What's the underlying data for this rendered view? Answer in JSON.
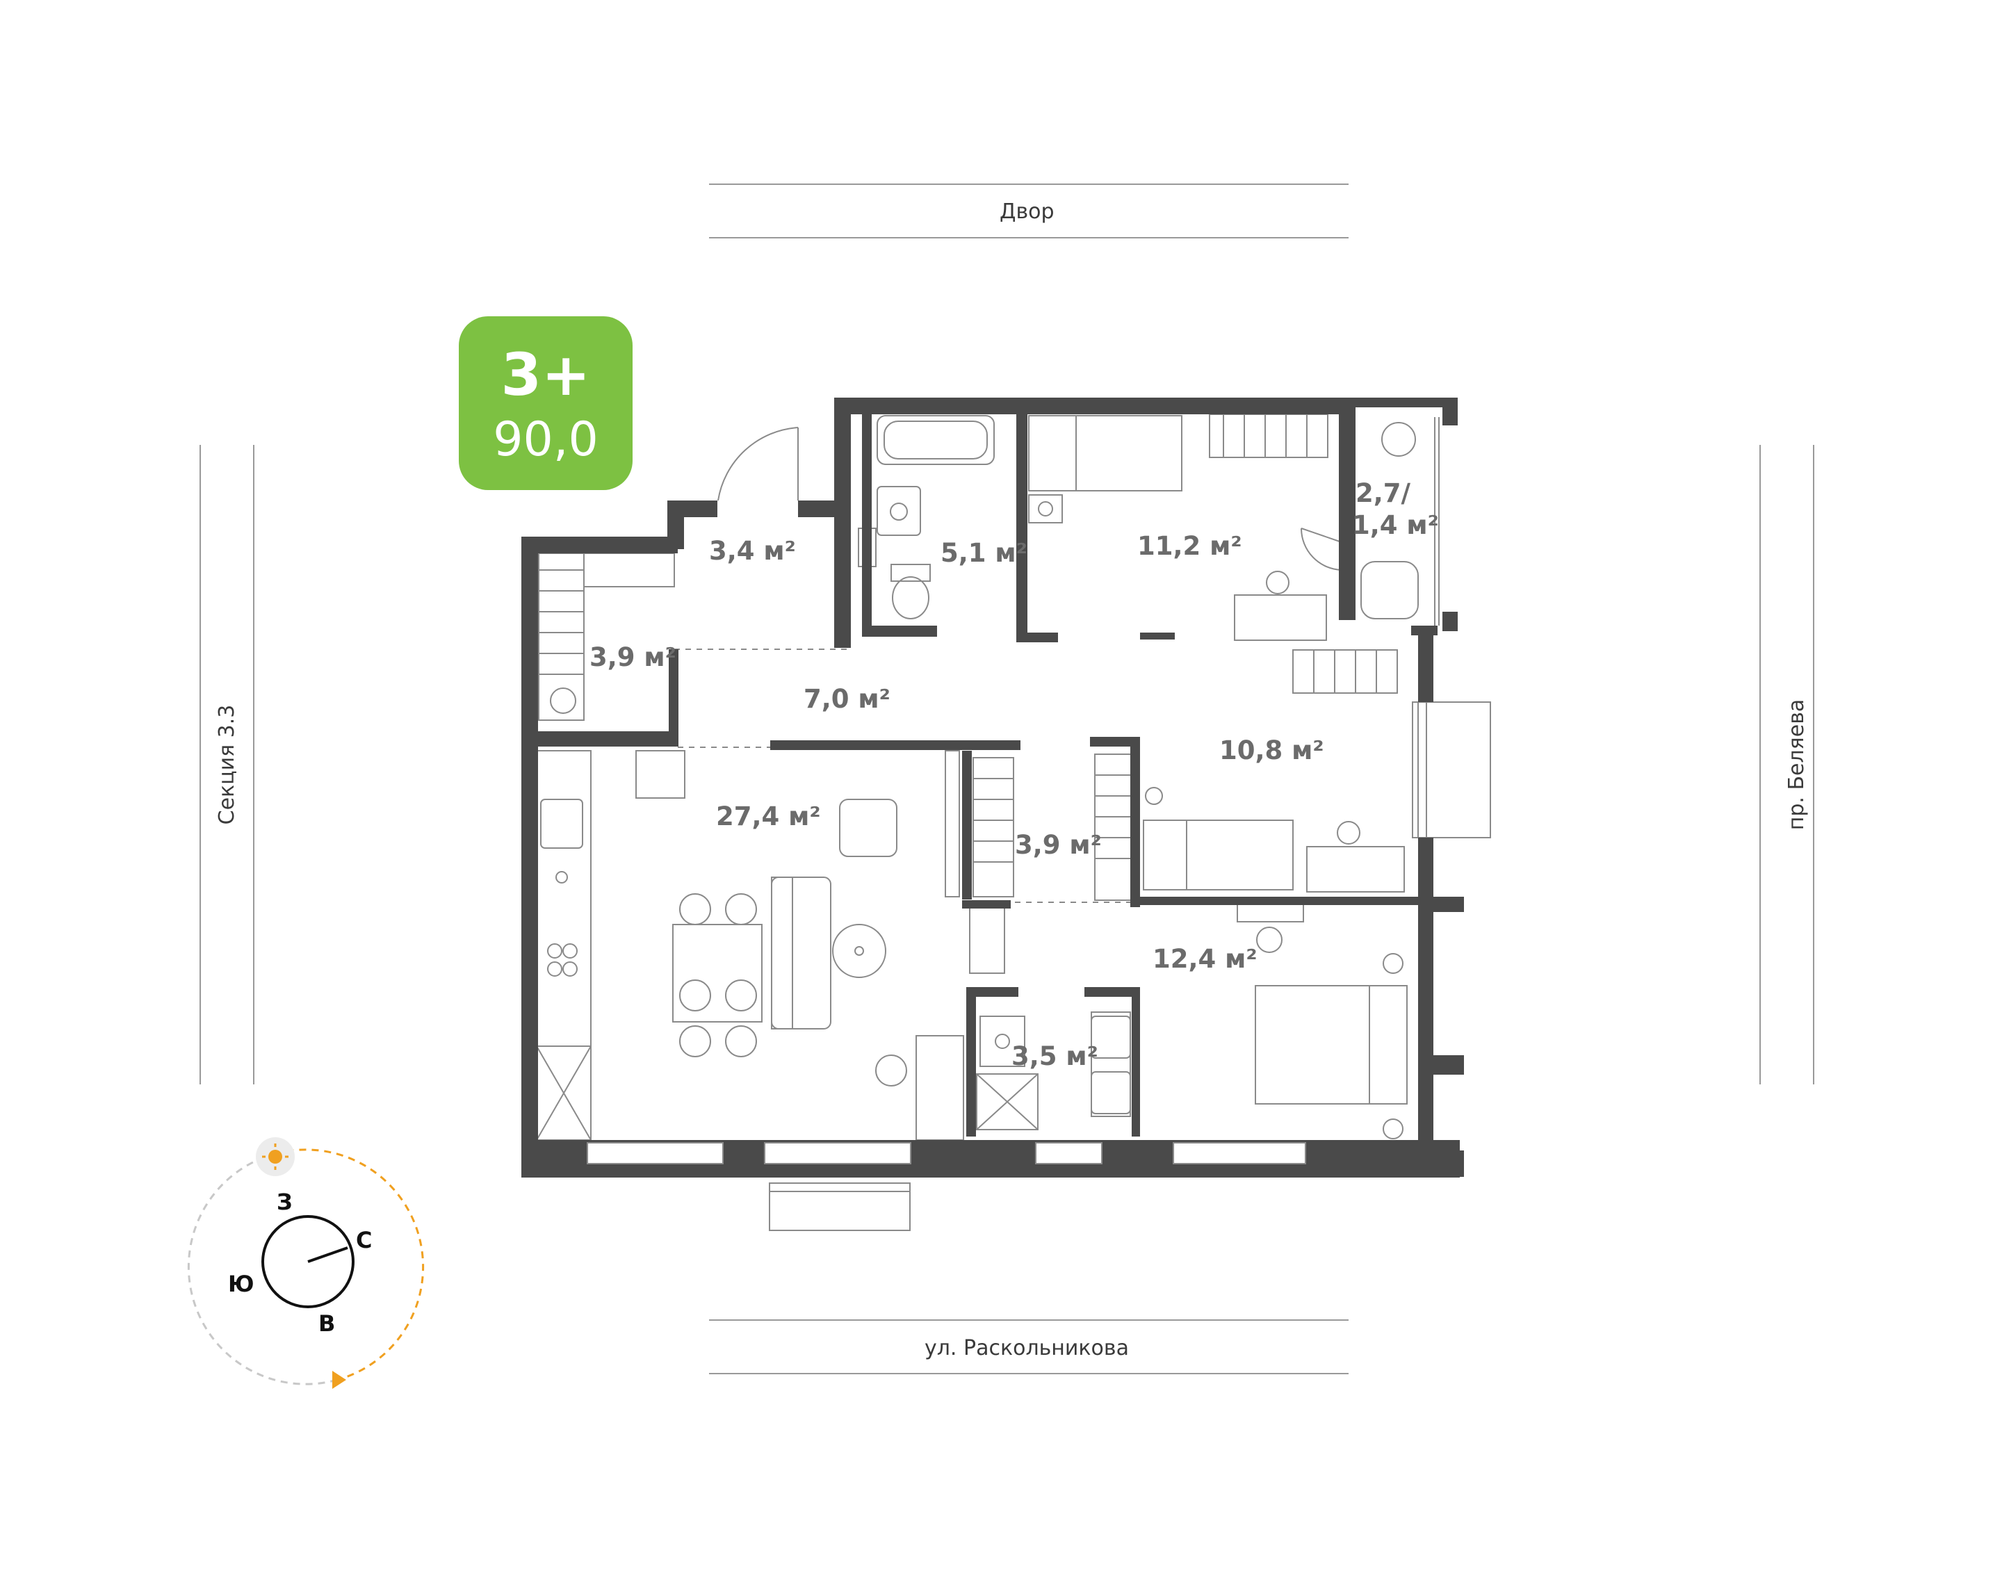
{
  "badge": {
    "rooms": "3+",
    "area": "90,0"
  },
  "streets": {
    "top": "Двор",
    "bottom": "ул. Раскольникова",
    "left": "Секция 3.3",
    "right": "пр. Беляева"
  },
  "rooms": [
    {
      "id": "hall",
      "label": "3,4 м²"
    },
    {
      "id": "bathroom-top",
      "label": "5,1 м²"
    },
    {
      "id": "bedroom-1",
      "label": "11,2 м²"
    },
    {
      "id": "balcony",
      "label": "2,7/\n1,4 м²"
    },
    {
      "id": "wardrobe-left",
      "label": "3,9 м²"
    },
    {
      "id": "corridor",
      "label": "7,0 м²"
    },
    {
      "id": "living-kitchen",
      "label": "27,4 м²"
    },
    {
      "id": "wardrobe-center",
      "label": "3,9 м²"
    },
    {
      "id": "bedroom-2",
      "label": "10,8 м²"
    },
    {
      "id": "bedroom-3",
      "label": "12,4 м²"
    },
    {
      "id": "bathroom-bottom",
      "label": "3,5 м²"
    }
  ],
  "compass": {
    "west": "З",
    "north": "С",
    "south": "Ю",
    "east": "В"
  },
  "colors": {
    "badge": "#7dc142",
    "walls": "#4a4a4a",
    "sun_path": "#f0a020"
  }
}
